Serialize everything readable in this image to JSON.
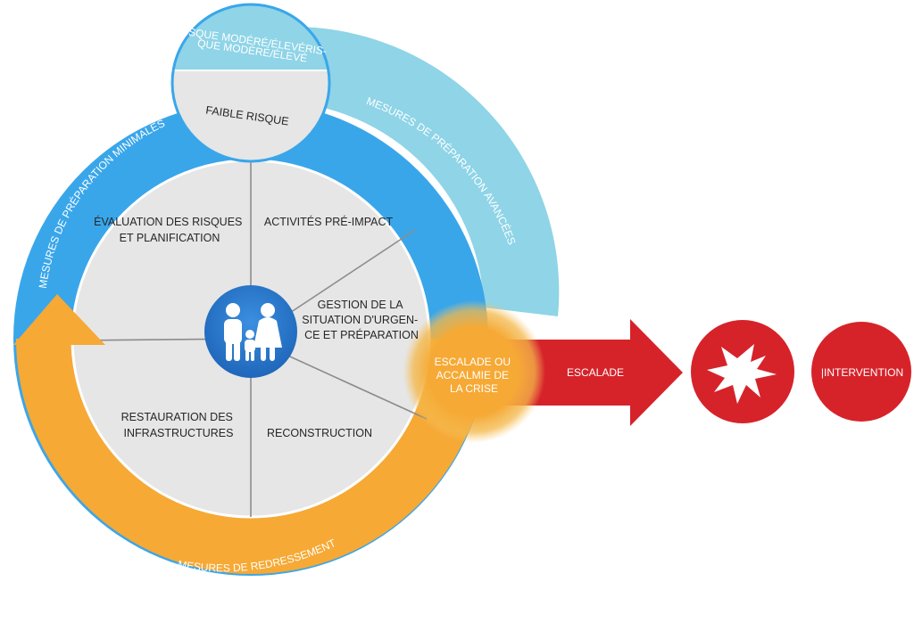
{
  "diagram": {
    "top_circle": {
      "upper_text": [
        "RISQUE MODÉRÉ/ÉLEVÉRIS-",
        "QUE MODÉRÉ/ÉLEVÉ"
      ],
      "lower_text": "FAIBLE RISQUE"
    },
    "arcs": {
      "minimal": "MESURES DE PRÉPARATION MINIMALES",
      "advanced": "MESURES DE PRÉPARATION AVANCÉES",
      "recovery": "MESURES DE REDRESSEMENT"
    },
    "segments": {
      "risk_eval": [
        "ÉVALUATION DES RISQUES",
        "ET PLANIFICATION"
      ],
      "pre_impact": [
        "ACTIVITÉS PRÉ-IMPACT"
      ],
      "emergency": [
        "GESTION DE LA",
        "SITUATION D'URGEN-",
        "CE ET PRÉPARATION"
      ],
      "reconstruction": [
        "RECONSTRUCTION"
      ],
      "restoration": [
        "RESTAURATION DES",
        "INFRASTRUCTURES"
      ]
    },
    "crisis_circle": [
      "ESCALADE OU",
      "ACCALMIE DE",
      "LA CRISE"
    ],
    "arrow_label": "ESCALADE",
    "intervention_label": "|INTERVENTION",
    "colors": {
      "blue": "#3aa6ea",
      "light_blue": "#8fd4e7",
      "orange": "#f6a935",
      "red": "#d6232a",
      "gray": "#e6e6e6",
      "dark_blue": "#1f67bb"
    }
  }
}
